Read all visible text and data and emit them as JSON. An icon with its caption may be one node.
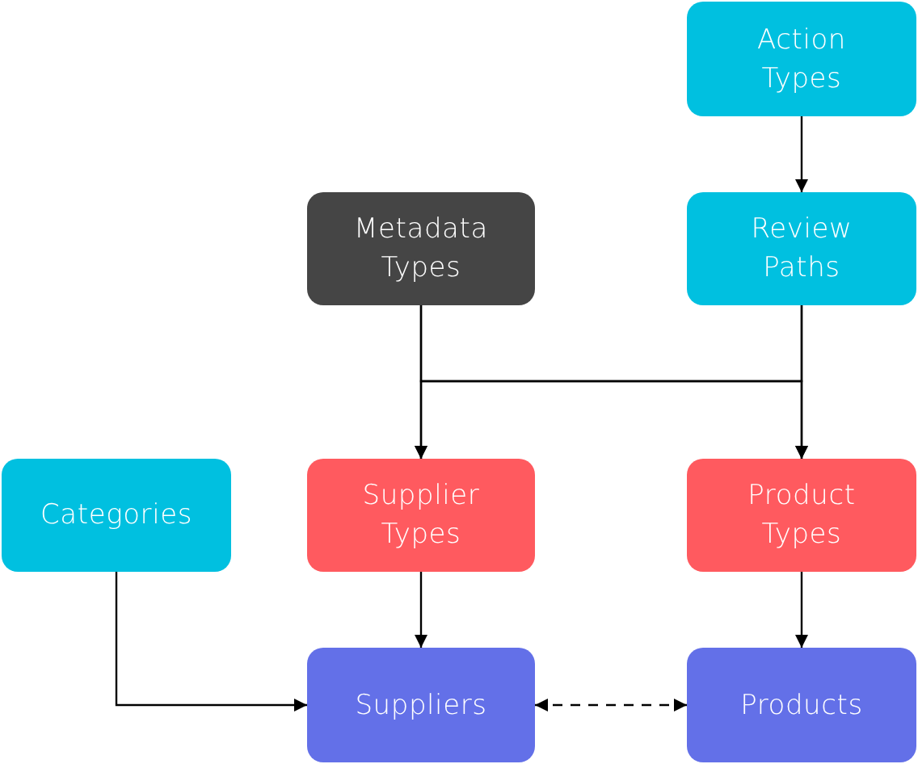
{
  "diagram": {
    "nodes": [
      {
        "text": [
          "Action Types"
        ]
      },
      {
        "text": [
          "Metadata Types"
        ]
      },
      {
        "text": [
          "Review Paths"
        ]
      },
      {
        "text": [
          "Categories"
        ]
      },
      {
        "text": [
          "Supplier Types"
        ]
      },
      {
        "text": [
          "Product Types"
        ]
      },
      {
        "text": [
          "Suppliers"
        ]
      },
      {
        "text": [
          "Products"
        ]
      }
    ],
    "edges": [
      {
        "from": 0,
        "to": 2,
        "arrow": "to"
      },
      {
        "from": 1,
        "to": 4,
        "arrow": "to"
      },
      {
        "from": 1,
        "to": 5,
        "arrow": "to"
      },
      {
        "from": 2,
        "to": 4,
        "arrow": "to"
      },
      {
        "from": 2,
        "to": 5,
        "arrow": "to"
      },
      {
        "from": 4,
        "to": 6,
        "arrow": "to"
      },
      {
        "from": 5,
        "to": 7,
        "arrow": "to"
      },
      {
        "from": 3,
        "to": 6,
        "arrow": "to"
      },
      {
        "from": 6,
        "to": 7,
        "arrow": "both",
        "style": "dashed"
      }
    ]
  }
}
